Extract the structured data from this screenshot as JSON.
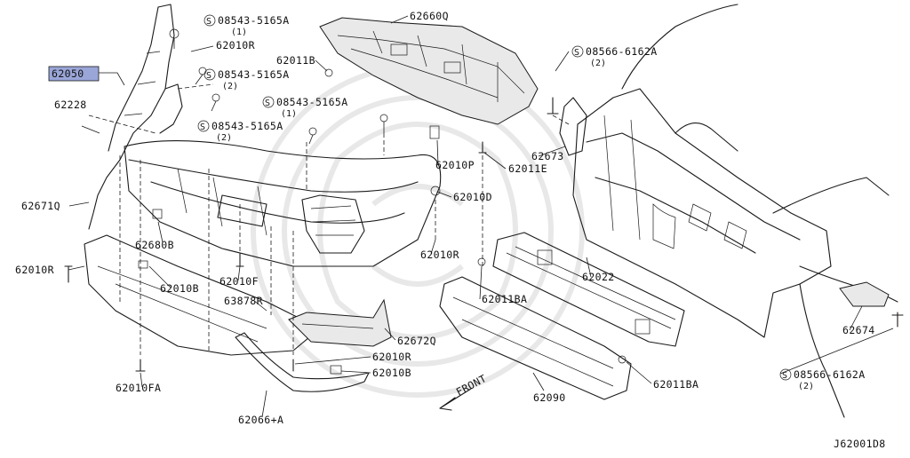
{
  "diagram_id": "J62001D8",
  "front_label": "FRONT",
  "labels": {
    "p62050": "62050",
    "p62228": "62228",
    "p62671Q": "62671Q",
    "p62010R_left": "62010R",
    "p62680B": "62680B",
    "p62010B_a": "62010B",
    "p62010F": "62010F",
    "p63878R": "63878R",
    "p62010FA": "62010FA",
    "p62066A": "62066+A",
    "p62010R_b": "62010R",
    "p62010B_b": "62010B",
    "p62672Q": "62672Q",
    "p62090": "62090",
    "p62011BA_a": "62011BA",
    "p62011BA_b": "62011BA",
    "p62022": "62022",
    "p62010R_c": "62010R",
    "p62010D": "62010D",
    "p62010P": "62010P",
    "p62011E": "62011E",
    "p62011B": "62011B",
    "p62660Q": "62660Q",
    "p62010R_top": "62010R",
    "p62673": "62673",
    "p62674": "62674"
  },
  "screw_labels": {
    "s1": {
      "code": "08543-5165A",
      "qty": "(1)"
    },
    "s2": {
      "code": "08543-5165A",
      "qty": "(2)"
    },
    "s3": {
      "code": "08543-5165A",
      "qty": "(1)"
    },
    "s4": {
      "code": "08543-5165A",
      "qty": "(2)"
    },
    "s5": {
      "code": "08566-6162A",
      "qty": "(2)"
    },
    "s6": {
      "code": "08566-6162A",
      "qty": "(2)"
    }
  },
  "symbol": "S",
  "icons": [
    "screw-icon",
    "clip-icon",
    "bolt-icon",
    "front-arrow-icon",
    "watermark-logo"
  ],
  "colors": {
    "highlight": "#9aa6d8",
    "ink": "#1a1a1a"
  }
}
